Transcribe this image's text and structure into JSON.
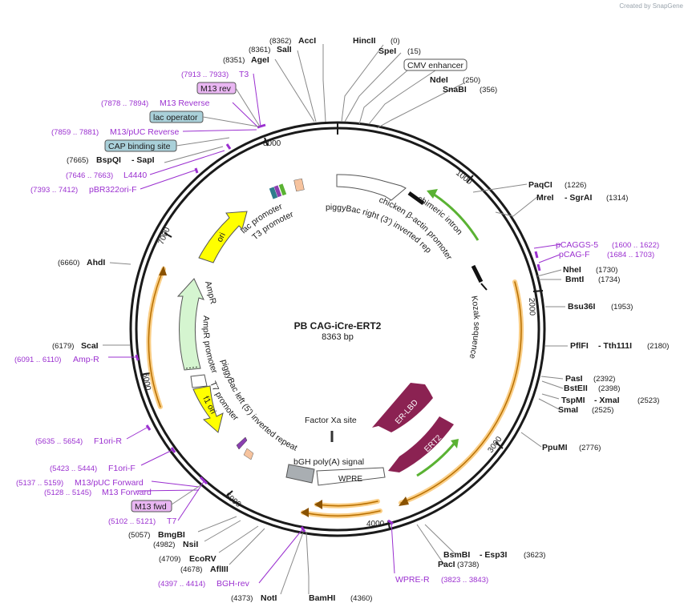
{
  "watermark": "Created by SnapGene",
  "plasmid": {
    "name": "PB CAG-iCre-ERT2",
    "length_label": "8363 bp",
    "length": 8363
  },
  "ticks": [
    "1000",
    "2000",
    "3000",
    "4000",
    "5000",
    "6000",
    "7000",
    "8000"
  ],
  "colors": {
    "enzyme": "#000000",
    "primer": "#9b30d0",
    "orange": "#f5a623",
    "yellow": "#ffff00",
    "maroon": "#8b2252",
    "green_feature": "#d5f5d0",
    "green_arrow": "#5ab233",
    "salmon": "#f6c39e",
    "gray_box": "#a9aeb2",
    "highlight_pink": "#e9b6f2",
    "highlight_blue": "#a9d0d9"
  },
  "right_labels": [
    {
      "name": "AccI",
      "pos": "(8362)"
    },
    {
      "name": "SalI",
      "pos": "(8361)"
    },
    {
      "name": "AgeI",
      "pos": "(8351)"
    },
    {
      "name": "HincII",
      "pos": "(0)"
    },
    {
      "name": "SpeI",
      "pos": "(15)"
    },
    {
      "name": "NdeI",
      "pos": "(250)"
    },
    {
      "name": "SnaBI",
      "pos": "(356)"
    },
    {
      "name": "PaqCI",
      "pos": "(1226)"
    },
    {
      "name": "MreI",
      "pos": "(1314)",
      "extra": "- SgrAI"
    },
    {
      "name": "NheI",
      "pos": "(1730)"
    },
    {
      "name": "BmtI",
      "pos": "(1734)"
    },
    {
      "name": "Bsu36I",
      "pos": "(1953)"
    },
    {
      "name": "PflFI",
      "pos": "(2180)",
      "extra": "- Tth111I"
    },
    {
      "name": "PasI",
      "pos": "(2392)"
    },
    {
      "name": "BstEII",
      "pos": "(2398)"
    },
    {
      "name": "TspMI",
      "pos": "(2523)",
      "extra": "- XmaI"
    },
    {
      "name": "SmaI",
      "pos": "(2525)"
    },
    {
      "name": "PpuMI",
      "pos": "(2776)"
    },
    {
      "name": "BsmBI",
      "pos": "(3623)",
      "extra": "- Esp3I"
    },
    {
      "name": "PacI",
      "pos": "(3738)"
    }
  ],
  "left_labels": [
    {
      "name": "AhdI",
      "pos": "(6660)"
    },
    {
      "name": "ScaI",
      "pos": "(6179)"
    },
    {
      "name": "BspQI",
      "pos": "(7665)",
      "extra": "- SapI"
    },
    {
      "name": "BmgBI",
      "pos": "(5057)"
    },
    {
      "name": "NsiI",
      "pos": "(4982)"
    },
    {
      "name": "EcoRV",
      "pos": "(4709)"
    },
    {
      "name": "AflIII",
      "pos": "(4678)"
    },
    {
      "name": "NotI",
      "pos": "(4373)"
    },
    {
      "name": "BamHI",
      "pos": "(4360)"
    }
  ],
  "primers": [
    {
      "name": "T3",
      "pos": "(7913 .. 7933)"
    },
    {
      "name": "M13 Reverse",
      "pos": "(7878 .. 7894)"
    },
    {
      "name": "M13/pUC Reverse",
      "pos": "(7859 .. 7881)"
    },
    {
      "name": "L4440",
      "pos": "(7646 .. 7663)"
    },
    {
      "name": "pBR322ori-F",
      "pos": "(7393 .. 7412)"
    },
    {
      "name": "pCAGGS-5",
      "pos": "(1600 .. 1622)"
    },
    {
      "name": "pCAG-F",
      "pos": "(1684 .. 1703)"
    },
    {
      "name": "Amp-R",
      "pos": "(6091 .. 6110)"
    },
    {
      "name": "F1ori-R",
      "pos": "(5635 .. 5654)"
    },
    {
      "name": "F1ori-F",
      "pos": "(5423 .. 5444)"
    },
    {
      "name": "M13/pUC Forward",
      "pos": "(5137 .. 5159)"
    },
    {
      "name": "M13 Forward",
      "pos": "(5128 .. 5145)"
    },
    {
      "name": "T7",
      "pos": "(5102 .. 5121)"
    },
    {
      "name": "BGH-rev",
      "pos": "(4397 .. 4414)"
    },
    {
      "name": "WPRE-R",
      "pos": "(3823 .. 3843)"
    }
  ],
  "boxed_labels": {
    "cmv": "CMV enhancer",
    "m13rev": "M13 rev",
    "lacop": "lac operator",
    "cap": "CAP binding site",
    "m13fwd": "M13 fwd"
  },
  "features": {
    "piggybac_right": "piggyBac right (3') inverted repeat",
    "cba_promoter": "chicken β-actin promoter",
    "chimeric_intron": "chimeric intron",
    "kozak": "Kozak sequence",
    "er_lbd": "ER-LBD",
    "ert2": "ERT2",
    "factor_xa": "Factor Xa site",
    "wpre": "WPRE",
    "bgh": "bGH poly(A) signal",
    "piggybac_left": "piggyBac left (5') inverted repeat",
    "t7_promoter": "T7 promoter",
    "f1_ori": "f1 ori",
    "ampr_promoter": "AmpR promoter",
    "ampr": "AmpR",
    "ori": "ori",
    "lac_promoter": "lac promoter",
    "t3_promoter": "T3 promoter"
  }
}
